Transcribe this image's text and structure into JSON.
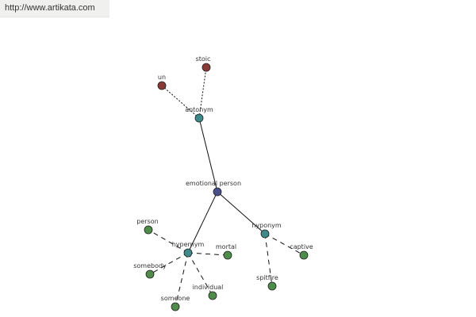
{
  "site_url": "http://www.artikata.com",
  "colors": {
    "center": "#4a4f8c",
    "relation": "#3e8a8a",
    "antonym_word": "#8a3a36",
    "related_word": "#4e8c4a"
  },
  "nodes": {
    "center": {
      "label": "emotional person"
    },
    "antonym": {
      "label": "antonym"
    },
    "un": {
      "label": "un"
    },
    "stoic": {
      "label": "stoic"
    },
    "hypernym": {
      "label": "hypernym"
    },
    "person": {
      "label": "person"
    },
    "somebody": {
      "label": "somebody"
    },
    "someone": {
      "label": "someone"
    },
    "individual": {
      "label": "individual"
    },
    "mortal": {
      "label": "mortal"
    },
    "hyponym": {
      "label": "hyponym"
    },
    "captive": {
      "label": "captive"
    },
    "spitfire": {
      "label": "spitfire"
    }
  }
}
